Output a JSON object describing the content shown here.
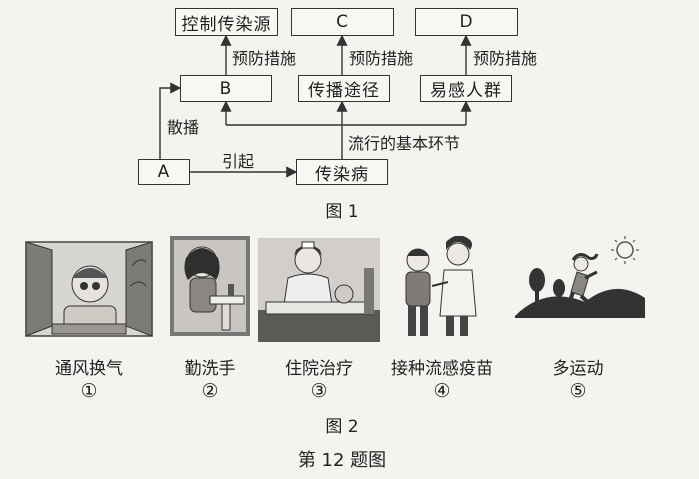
{
  "figure1": {
    "boxes": {
      "control_source": "控制传染源",
      "c": "C",
      "d": "D",
      "b": "B",
      "transmission": "传播途径",
      "susceptible": "易感人群",
      "a": "A",
      "disease": "传染病"
    },
    "labels": {
      "prevention_1": "预防措施",
      "prevention_2": "预防措施",
      "prevention_3": "预防措施",
      "spread": "散播",
      "cause": "引起",
      "links": "流行的基本环节"
    },
    "caption": "图 1"
  },
  "figure2": {
    "items": [
      {
        "label": "通风换气",
        "number": "①",
        "icon": "open-window-icon"
      },
      {
        "label": "勤洗手",
        "number": "②",
        "icon": "hand-washing-icon"
      },
      {
        "label": "住院治疗",
        "number": "③",
        "icon": "hospital-bed-icon"
      },
      {
        "label": "接种流感疫苗",
        "number": "④",
        "icon": "vaccination-icon"
      },
      {
        "label": "多运动",
        "number": "⑤",
        "icon": "running-icon"
      }
    ],
    "caption": "图 2"
  },
  "title": "第 12 题图"
}
